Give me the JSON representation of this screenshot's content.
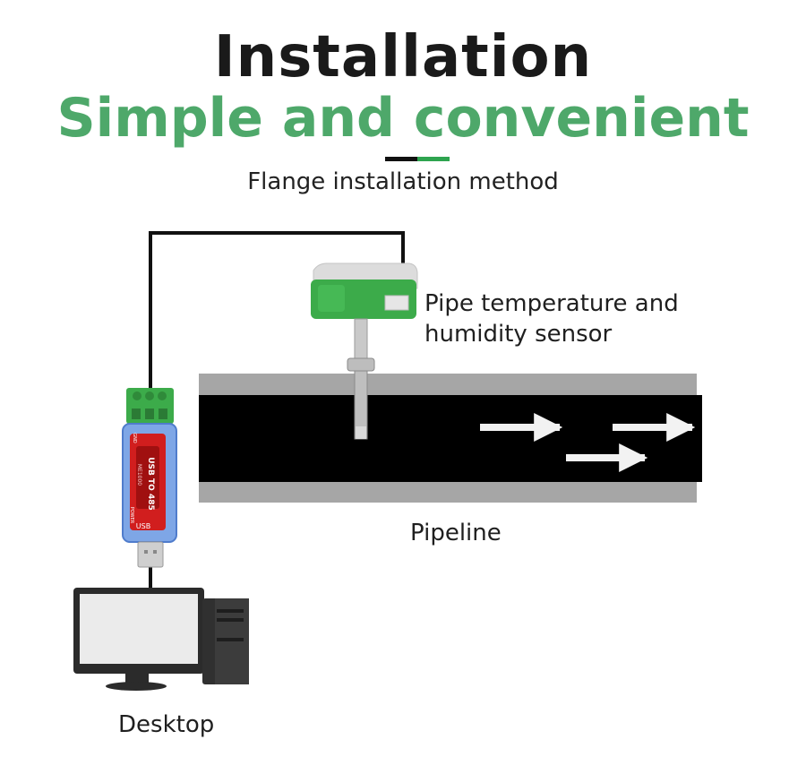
{
  "header": {
    "title": "Installation",
    "subtitle": "Simple and convenient",
    "method": "Flange installation method"
  },
  "labels": {
    "sensor_line1": "Pipe temperature and",
    "sensor_line2": "humidity sensor",
    "pipeline": "Pipeline",
    "desktop": "Desktop"
  },
  "usb_adapter": {
    "main_text": "USB TO 485",
    "top_text": "GND",
    "brand_text": "ME1000",
    "side_text": "POWER",
    "bottom_text": "USB"
  },
  "colors": {
    "accent_green": "#4ea86a",
    "divider_green": "#2ea44f",
    "pipe_gray": "#a6a6a6",
    "pipe_inner": "#000000",
    "terminal_green": "#3cab4a",
    "adapter_red": "#d11e1e"
  }
}
